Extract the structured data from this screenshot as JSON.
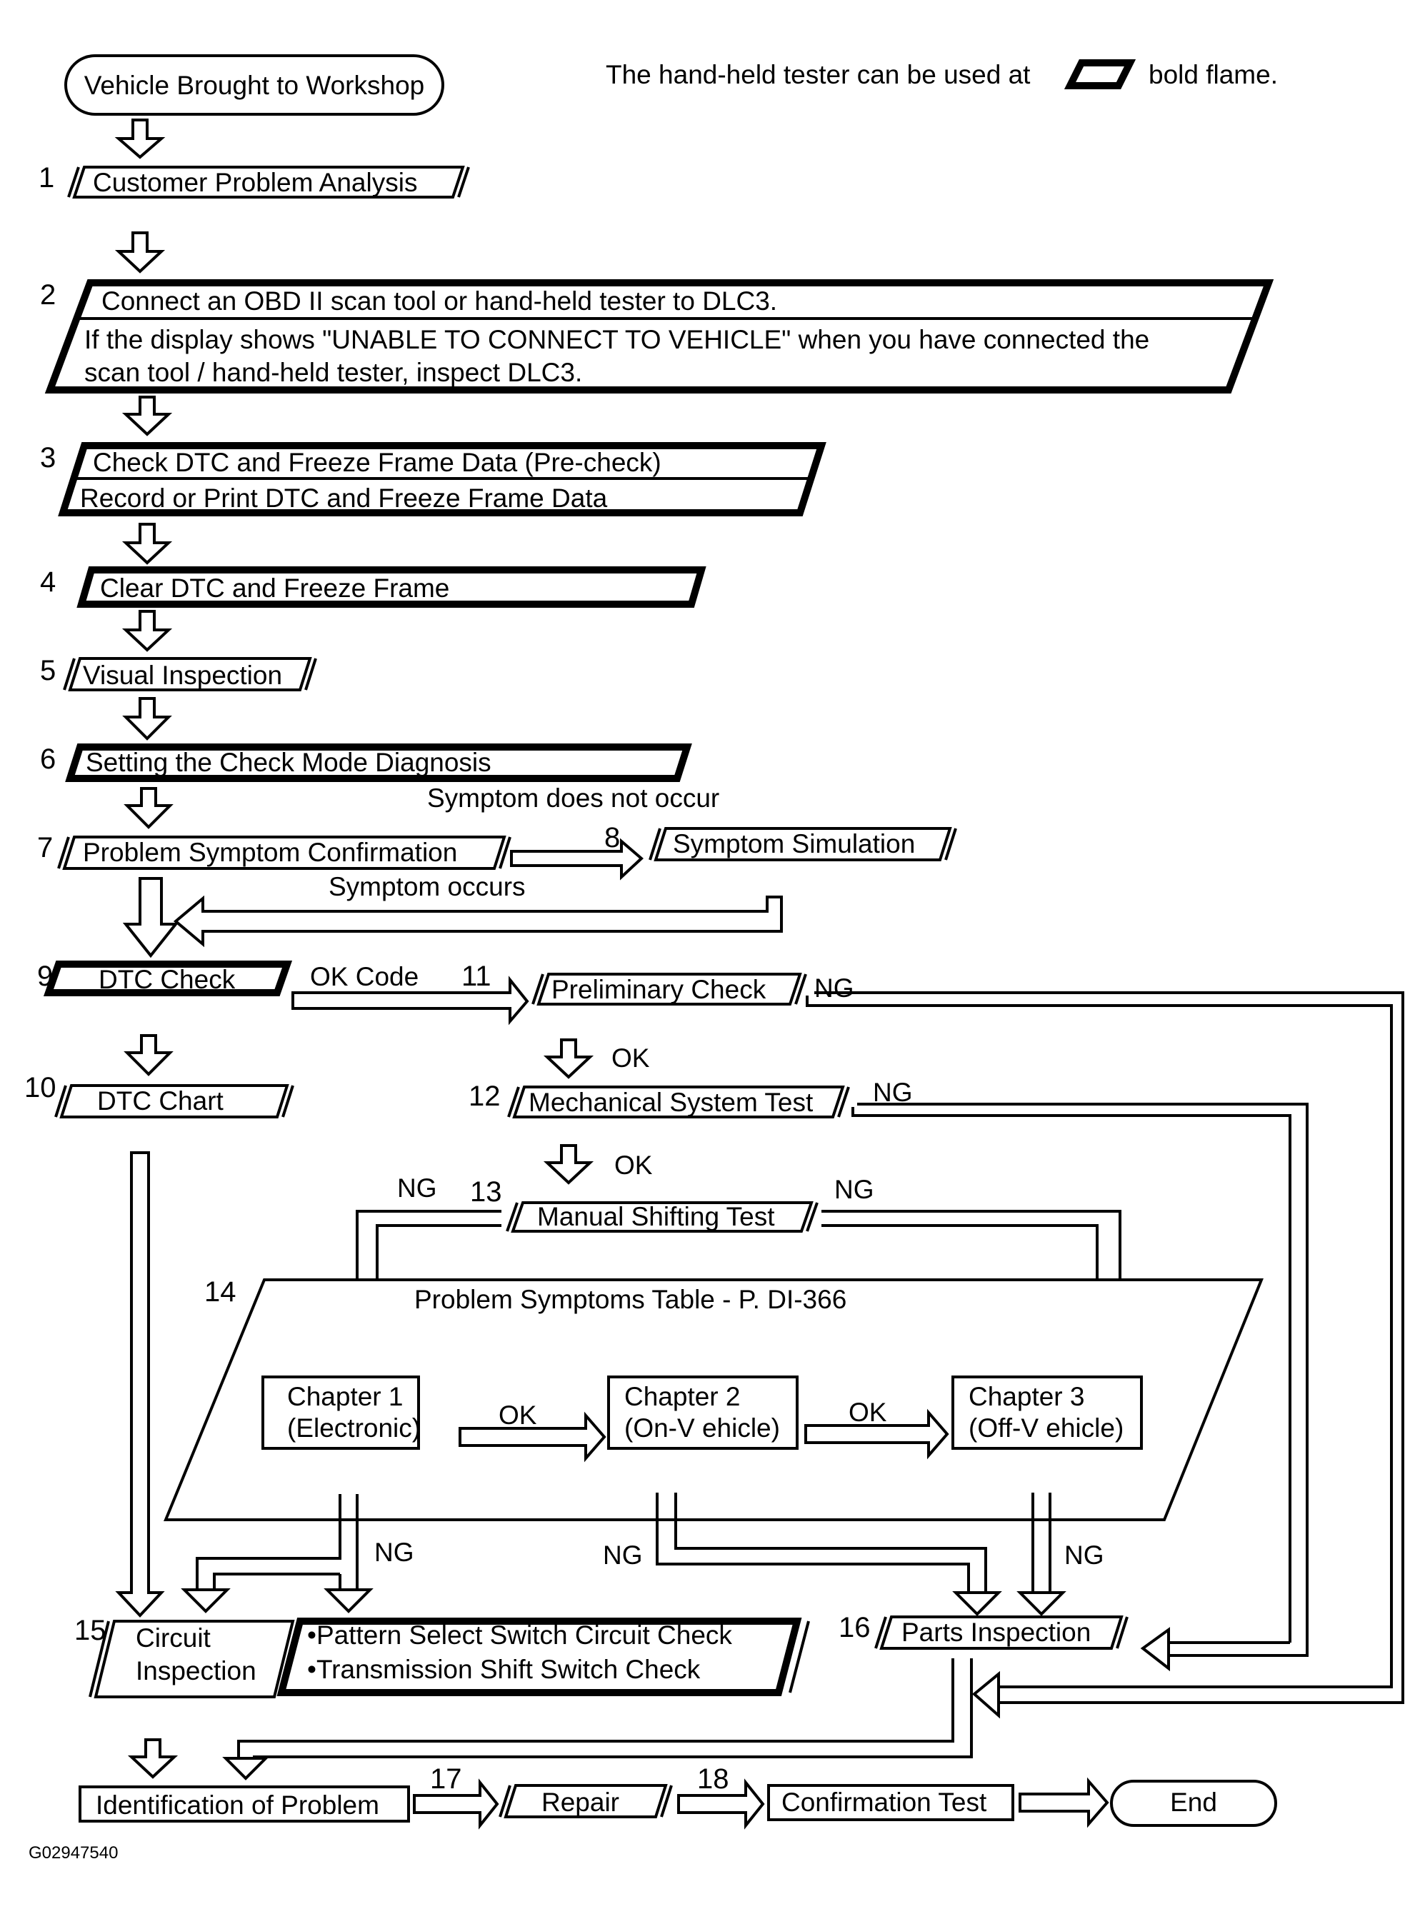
{
  "header": {
    "note_before": "The hand-held tester can be used at",
    "note_after": "bold flame."
  },
  "steps": {
    "start": "Vehicle Brought to Workshop",
    "s1": {
      "num": "1",
      "label": "Customer Problem Analysis"
    },
    "s2": {
      "num": "2",
      "line1": "Connect an OBD II scan tool or hand-held tester to DLC3.",
      "line2": "If the display shows \"UNABLE TO CONNECT TO VEHICLE\" when you have connected the",
      "line3": "scan tool / hand-held tester, inspect DLC3."
    },
    "s3": {
      "num": "3",
      "line1": "Check DTC and Freeze Frame Data (Pre-check)",
      "line2": "Record or Print DTC and Freeze Frame Data"
    },
    "s4": {
      "num": "4",
      "label": "Clear DTC and Freeze Frame"
    },
    "s5": {
      "num": "5",
      "label": "Visual Inspection"
    },
    "s6": {
      "num": "6",
      "label": "Setting the Check Mode Diagnosis"
    },
    "s7": {
      "num": "7",
      "label": "Problem Symptom Confirmation"
    },
    "s8": {
      "num": "8",
      "label": "Symptom Simulation"
    },
    "s9": {
      "num": "9",
      "label": "DTC Check"
    },
    "s10": {
      "num": "10",
      "label": "DTC Chart"
    },
    "s11": {
      "num": "11",
      "label": "Preliminary Check"
    },
    "s12": {
      "num": "12",
      "label": "Mechanical System Test"
    },
    "s13": {
      "num": "13",
      "label": "Manual Shifting Test"
    },
    "s14": {
      "num": "14",
      "label": "Problem Symptoms Table - P. DI-366"
    },
    "ch1": {
      "line1": "Chapter 1",
      "line2": "(Electronic)"
    },
    "ch2": {
      "line1": "Chapter 2",
      "line2": "(On-V ehicle)"
    },
    "ch3": {
      "line1": "Chapter 3",
      "line2": "(Off-V ehicle)"
    },
    "s15": {
      "num": "15",
      "line1": "Circuit",
      "line2": "Inspection",
      "check1": "•Pattern Select Switch Circuit Check",
      "check2": "•Transmission Shift Switch Check"
    },
    "s16": {
      "num": "16",
      "label": "Parts Inspection"
    },
    "ident": "Identification of Problem",
    "s17": {
      "num": "17",
      "label": "Repair"
    },
    "s18": {
      "num": "18",
      "label": "Confirmation Test"
    },
    "end": "End"
  },
  "labels": {
    "symptom_not_occur": "Symptom does not occur",
    "symptom_occurs": "Symptom occurs",
    "ok_code": "OK Code",
    "ok": "OK",
    "ng": "NG"
  },
  "figure_id": "G02947540"
}
